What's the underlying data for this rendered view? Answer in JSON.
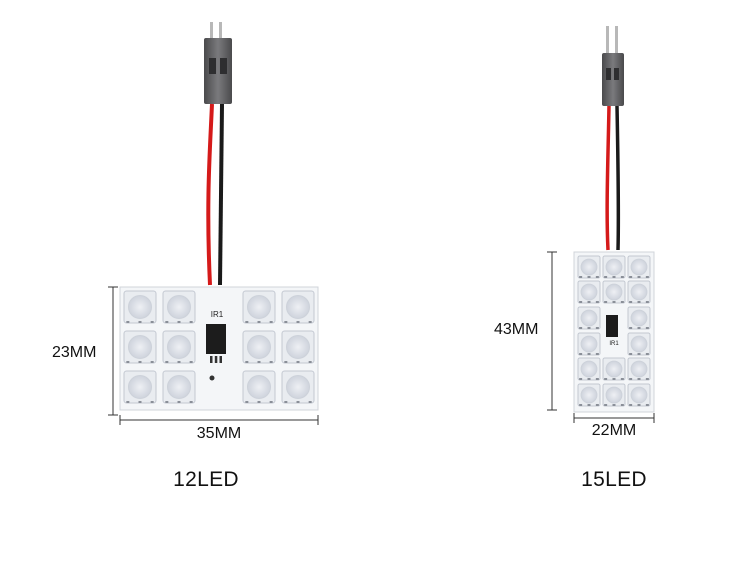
{
  "product_left": {
    "height_label": "23MM",
    "width_label": "35MM",
    "caption": "12LED",
    "chip_label": "IR1"
  },
  "product_right": {
    "height_label": "43MM",
    "width_label": "22MM",
    "caption": "15LED",
    "chip_label": "IR1"
  },
  "colors": {
    "wire_red": "#d51a1a",
    "wire_black": "#1a1a1a",
    "connector": "#5a5a5c",
    "board": "#f4f6f8",
    "led_housing": "#e9ecf0",
    "led_lens": "#dfe3ea",
    "dimension_line": "#333333"
  }
}
